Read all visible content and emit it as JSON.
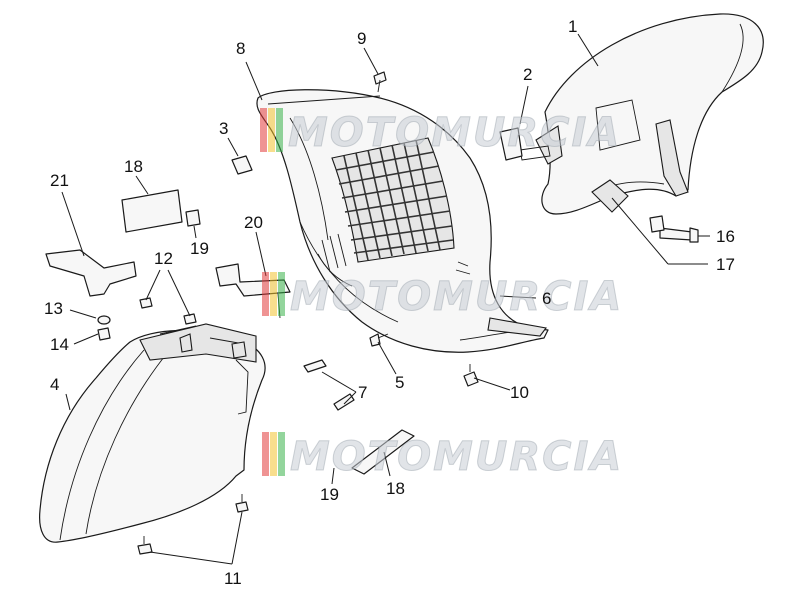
{
  "watermark": {
    "text": "MOTOMURCIA",
    "stripe_colors": [
      "#e23b3b",
      "#f2c230",
      "#3bb34a"
    ]
  },
  "callouts": [
    {
      "id": "c1",
      "number": "1"
    },
    {
      "id": "c2",
      "number": "2"
    },
    {
      "id": "c3",
      "number": "3"
    },
    {
      "id": "c4",
      "number": "4"
    },
    {
      "id": "c5",
      "number": "5"
    },
    {
      "id": "c6",
      "number": "6"
    },
    {
      "id": "c7",
      "number": "7"
    },
    {
      "id": "c8",
      "number": "8"
    },
    {
      "id": "c9",
      "number": "9"
    },
    {
      "id": "c10",
      "number": "10"
    },
    {
      "id": "c11",
      "number": "11"
    },
    {
      "id": "c12",
      "number": "12"
    },
    {
      "id": "c13",
      "number": "13"
    },
    {
      "id": "c14",
      "number": "14"
    },
    {
      "id": "c16",
      "number": "16"
    },
    {
      "id": "c17",
      "number": "17"
    },
    {
      "id": "c18a",
      "number": "18"
    },
    {
      "id": "c18b",
      "number": "18"
    },
    {
      "id": "c19a",
      "number": "19"
    },
    {
      "id": "c19b",
      "number": "19"
    },
    {
      "id": "c20",
      "number": "20"
    },
    {
      "id": "c21",
      "number": "21"
    }
  ]
}
